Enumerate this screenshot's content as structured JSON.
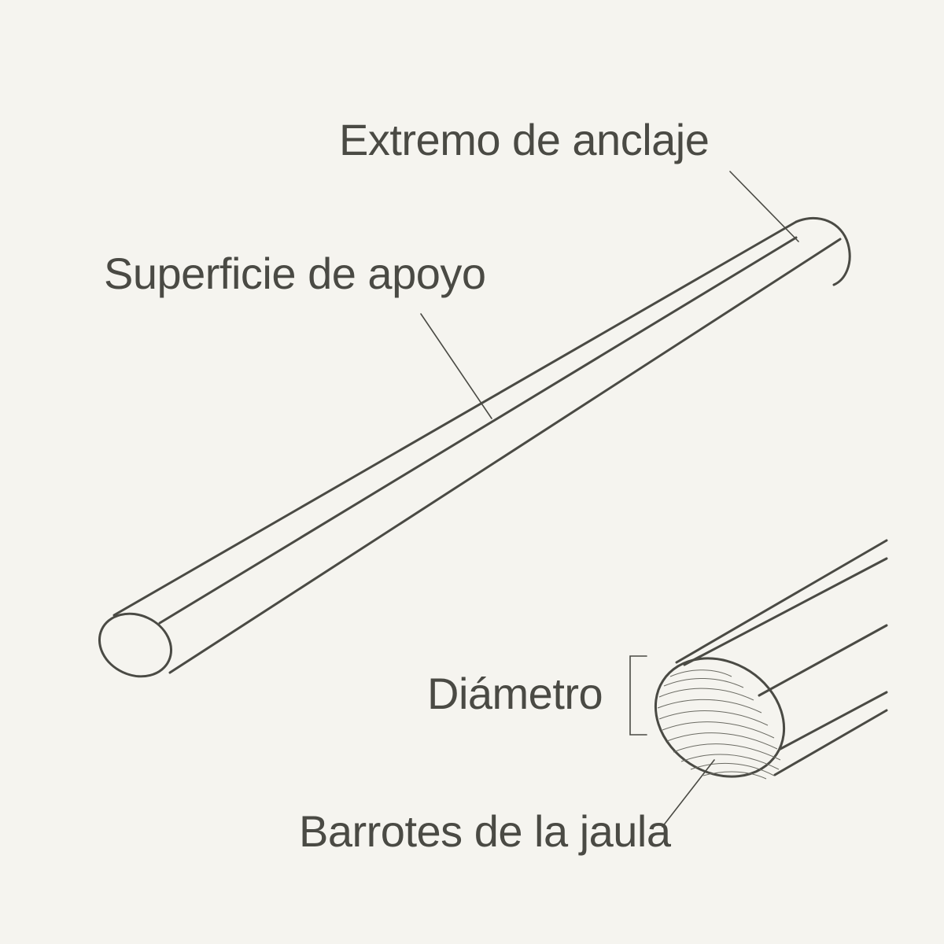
{
  "labels": {
    "anchor_end": "Extremo de anclaje",
    "bearing_surface": "Superficie de apoyo",
    "diameter": "Diámetro",
    "cage_bars": "Barrotes de la jaula"
  },
  "colors": {
    "background": "#f5f4ef",
    "ink": "#4a4a44"
  }
}
